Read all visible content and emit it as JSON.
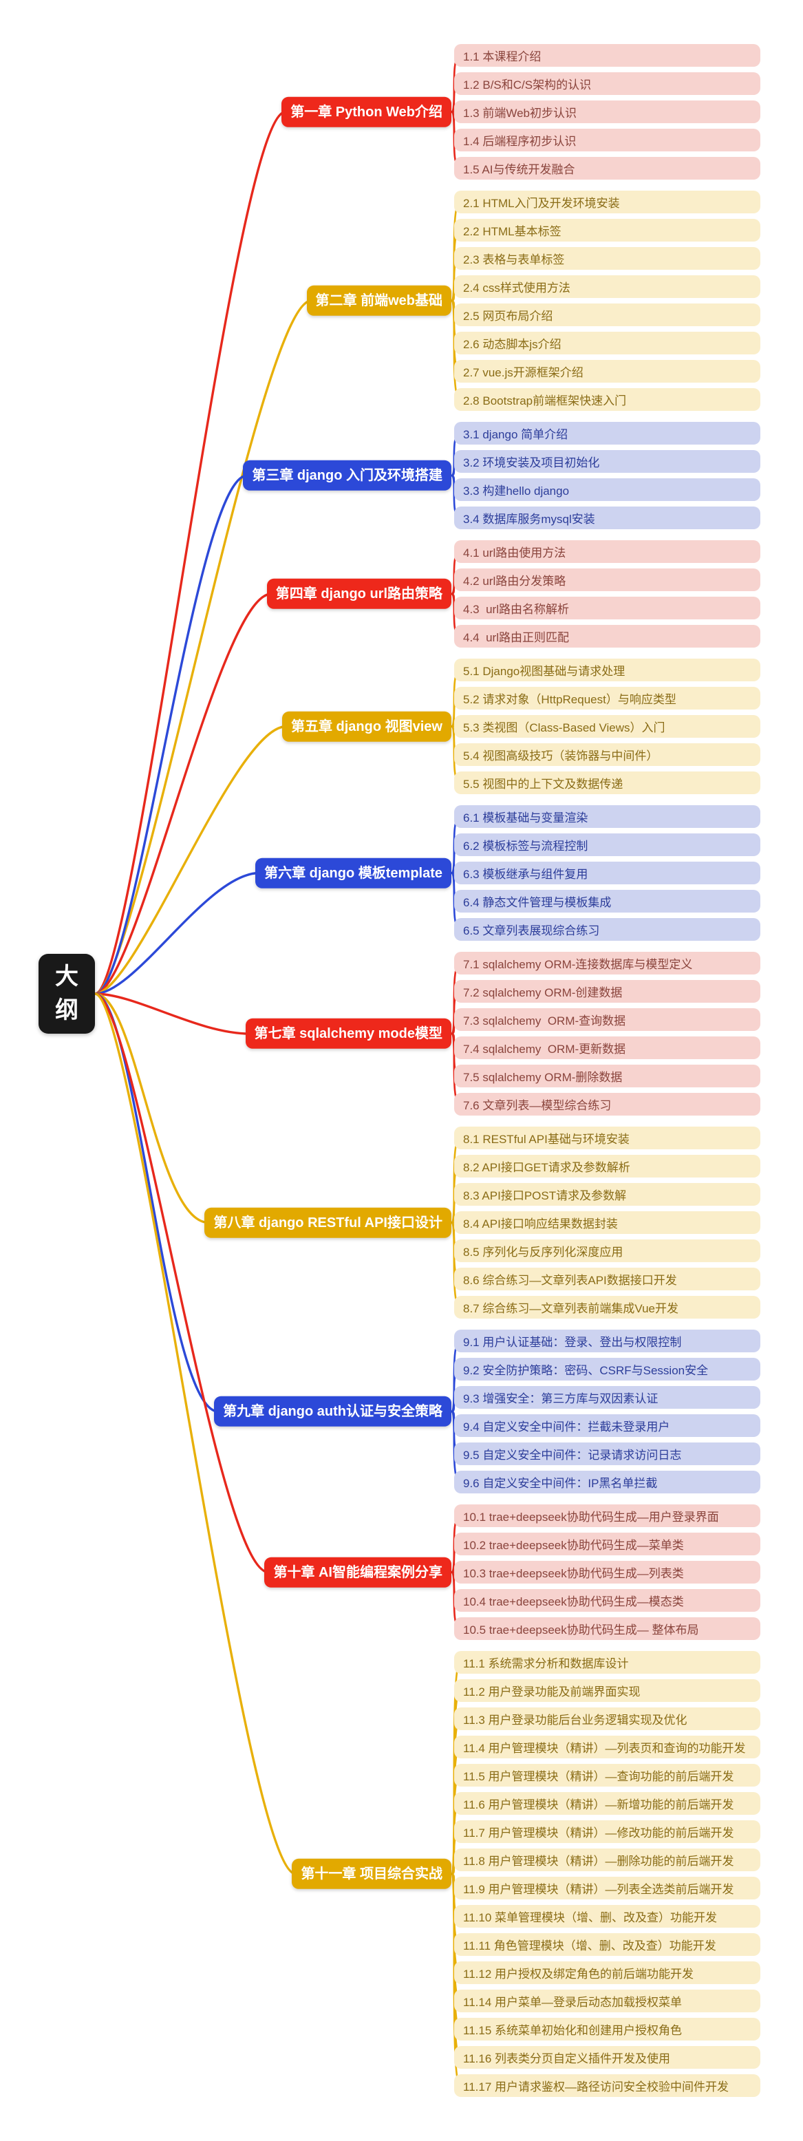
{
  "root": {
    "label": "大纲"
  },
  "themes": {
    "red": {
      "node": "#ee281b",
      "leaf_bg": "#f7d3cf",
      "leaf_text": "#8a443c",
      "line": "#e7281c"
    },
    "gold": {
      "node": "#e2a900",
      "leaf_bg": "#faeeca",
      "leaf_text": "#8a6c16",
      "line": "#e8b00a"
    },
    "blue": {
      "node": "#2c49d8",
      "leaf_bg": "#cdd3f0",
      "leaf_text": "#2c3d9a",
      "line": "#2c49d8"
    }
  },
  "chapters": [
    {
      "label": "第一章 Python Web介绍",
      "theme": "red",
      "items": [
        "1.1 本课程介绍",
        "1.2 B/S和C/S架构的认识",
        "1.3 前端Web初步认识",
        "1.4 后端程序初步认识",
        "1.5 AI与传统开发融合"
      ]
    },
    {
      "label": "第二章 前端web基础",
      "theme": "gold",
      "items": [
        "2.1 HTML入门及开发环境安装",
        "2.2 HTML基本标签",
        "2.3 表格与表单标签",
        "2.4 css样式使用方法",
        "2.5 网页布局介绍",
        "2.6 动态脚本js介绍",
        "2.7 vue.js开源框架介绍",
        "2.8 Bootstrap前端框架快速入门"
      ]
    },
    {
      "label": "第三章 django 入门及环境搭建",
      "theme": "blue",
      "items": [
        "3.1 django 简单介绍",
        "3.2 环境安装及项目初始化",
        "3.3 构建hello django",
        "3.4 数据库服务mysql安装"
      ]
    },
    {
      "label": "第四章 django url路由策略",
      "theme": "red",
      "items": [
        "4.1 url路由使用方法",
        "4.2 url路由分发策略",
        "4.3  url路由名称解析",
        "4.4  url路由正则匹配"
      ]
    },
    {
      "label": "第五章 django 视图view",
      "theme": "gold",
      "items": [
        "5.1 Django视图基础与请求处理",
        "5.2 请求对象（HttpRequest）与响应类型",
        "5.3 类视图（Class-Based Views）入门",
        "5.4 视图高级技巧（装饰器与中间件）",
        "5.5 视图中的上下文及数据传递"
      ]
    },
    {
      "label": "第六章 django 模板template",
      "theme": "blue",
      "items": [
        "6.1 模板基础与变量渲染",
        "6.2 模板标签与流程控制",
        "6.3 模板继承与组件复用",
        "6.4 静态文件管理与模板集成",
        "6.5 文章列表展现综合练习"
      ]
    },
    {
      "label": "第七章 sqlalchemy mode模型",
      "theme": "red",
      "items": [
        "7.1 sqlalchemy ORM-连接数据库与模型定义",
        "7.2 sqlalchemy ORM-创建数据",
        "7.3 sqlalchemy  ORM-查询数据",
        "7.4 sqlalchemy  ORM-更新数据",
        "7.5 sqlalchemy ORM-删除数据",
        "7.6 文章列表—模型综合练习"
      ]
    },
    {
      "label": "第八章 django RESTful API接口设计",
      "theme": "gold",
      "items": [
        "8.1 RESTful API基础与环境安装",
        "8.2 API接口GET请求及参数解析",
        "8.3 API接口POST请求及参数解",
        "8.4 API接口响应结果数据封装",
        "8.5 序列化与反序列化深度应用",
        "8.6 综合练习—文章列表API数据接口开发",
        "8.7 综合练习—文章列表前端集成Vue开发"
      ]
    },
    {
      "label": "第九章 django auth认证与安全策略",
      "theme": "blue",
      "items": [
        "9.1 用户认证基础：登录、登出与权限控制",
        "9.2 安全防护策略：密码、CSRF与Session安全",
        "9.3 增强安全：第三方库与双因素认证",
        "9.4 自定义安全中间件：拦截未登录用户",
        "9.5 自定义安全中间件：记录请求访问日志",
        "9.6 自定义安全中间件：IP黑名单拦截"
      ]
    },
    {
      "label": "第十章 AI智能编程案例分享",
      "theme": "red",
      "items": [
        "10.1 trae+deepseek协助代码生成—用户登录界面",
        "10.2 trae+deepseek协助代码生成—菜单类",
        "10.3 trae+deepseek协助代码生成—列表类",
        "10.4 trae+deepseek协助代码生成—模态类",
        "10.5 trae+deepseek协助代码生成— 整体布局"
      ]
    },
    {
      "label": "第十一章 项目综合实战",
      "theme": "gold",
      "items": [
        "11.1 系统需求分析和数据库设计",
        "11.2 用户登录功能及前端界面实现",
        "11.3 用户登录功能后台业务逻辑实现及优化",
        "11.4 用户管理模块（精讲）—列表页和查询的功能开发",
        "11.5 用户管理模块（精讲）—查询功能的前后端开发",
        "11.6 用户管理模块（精讲）—新增功能的前后端开发",
        "11.7 用户管理模块（精讲）—修改功能的前后端开发",
        "11.8 用户管理模块（精讲）—删除功能的前后端开发",
        "11.9 用户管理模块（精讲）—列表全选类前后端开发",
        "11.10 菜单管理模块（增、删、改及查）功能开发",
        "11.11 角色管理模块（增、删、改及查）功能开发",
        "11.12 用户授权及绑定角色的前后端功能开发",
        "11.14 用户菜单—登录后动态加载授权菜单",
        "11.15 系统菜单初始化和创建用户授权角色",
        "11.16 列表类分页自定义插件开发及使用",
        "11.17 用户请求鉴权—路径访问安全校验中间件开发"
      ]
    }
  ]
}
